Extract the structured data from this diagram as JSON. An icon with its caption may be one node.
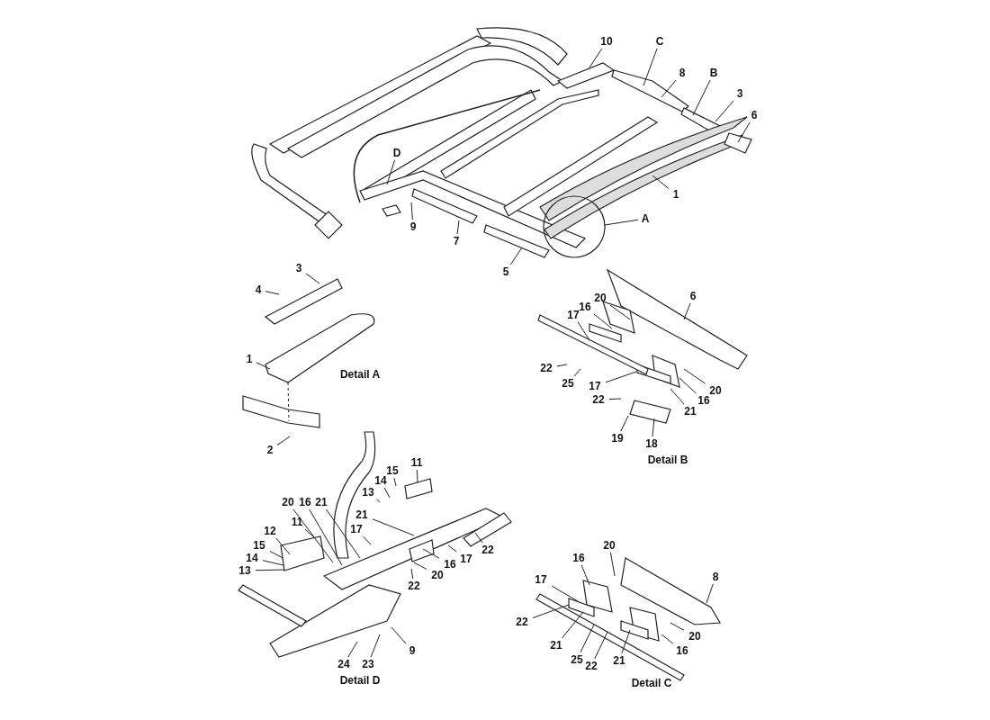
{
  "diagram": {
    "nodes": [
      {
        "text": [
          "10"
        ]
      },
      {
        "text": [
          "C"
        ]
      },
      {
        "text": [
          "8"
        ]
      },
      {
        "text": [
          "B"
        ]
      },
      {
        "text": [
          "3"
        ]
      },
      {
        "text": [
          "6"
        ]
      },
      {
        "text": [
          "1"
        ]
      },
      {
        "text": [
          "A"
        ]
      },
      {
        "text": [
          "D"
        ]
      },
      {
        "text": [
          "9"
        ]
      },
      {
        "text": [
          "7"
        ]
      },
      {
        "text": [
          "5"
        ]
      },
      {
        "text": [
          "3"
        ]
      },
      {
        "text": [
          "4"
        ]
      },
      {
        "text": [
          "1"
        ]
      },
      {
        "text": [
          "2"
        ]
      },
      {
        "text": [
          "20"
        ]
      },
      {
        "text": [
          "16"
        ]
      },
      {
        "text": [
          "17"
        ]
      },
      {
        "text": [
          "6"
        ]
      },
      {
        "text": [
          "22"
        ]
      },
      {
        "text": [
          "25"
        ]
      },
      {
        "text": [
          "17"
        ]
      },
      {
        "text": [
          "22"
        ]
      },
      {
        "text": [
          "20"
        ]
      },
      {
        "text": [
          "16"
        ]
      },
      {
        "text": [
          "21"
        ]
      },
      {
        "text": [
          "19"
        ]
      },
      {
        "text": [
          "18"
        ]
      },
      {
        "text": [
          "11"
        ]
      },
      {
        "text": [
          "15"
        ]
      },
      {
        "text": [
          "14"
        ]
      },
      {
        "text": [
          "13"
        ]
      },
      {
        "text": [
          "20"
        ]
      },
      {
        "text": [
          "16"
        ]
      },
      {
        "text": [
          "21"
        ]
      },
      {
        "text": [
          "21"
        ]
      },
      {
        "text": [
          "17"
        ]
      },
      {
        "text": [
          "12"
        ]
      },
      {
        "text": [
          "11"
        ]
      },
      {
        "text": [
          "15"
        ]
      },
      {
        "text": [
          "14"
        ]
      },
      {
        "text": [
          "13"
        ]
      },
      {
        "text": [
          "22"
        ]
      },
      {
        "text": [
          "17"
        ]
      },
      {
        "text": [
          "16"
        ]
      },
      {
        "text": [
          "20"
        ]
      },
      {
        "text": [
          "22"
        ]
      },
      {
        "text": [
          "9"
        ]
      },
      {
        "text": [
          "24"
        ]
      },
      {
        "text": [
          "23"
        ]
      },
      {
        "text": [
          "16"
        ]
      },
      {
        "text": [
          "20"
        ]
      },
      {
        "text": [
          "17"
        ]
      },
      {
        "text": [
          "8"
        ]
      },
      {
        "text": [
          "22"
        ]
      },
      {
        "text": [
          "21"
        ]
      },
      {
        "text": [
          "20"
        ]
      },
      {
        "text": [
          "16"
        ]
      },
      {
        "text": [
          "25"
        ]
      },
      {
        "text": [
          "22"
        ]
      },
      {
        "text": [
          "21"
        ]
      }
    ],
    "edges": [
      {
        "from": 0,
        "to": null,
        "arrow": "none"
      },
      {
        "from": 1,
        "to": null,
        "arrow": "none"
      },
      {
        "from": 2,
        "to": null,
        "arrow": "none"
      },
      {
        "from": 3,
        "to": null,
        "arrow": "none"
      },
      {
        "from": 4,
        "to": null,
        "arrow": "none"
      },
      {
        "from": 5,
        "to": null,
        "arrow": "none"
      },
      {
        "from": 6,
        "to": null,
        "arrow": "none"
      },
      {
        "from": 7,
        "to": null,
        "arrow": "none"
      },
      {
        "from": 8,
        "to": null,
        "arrow": "none"
      },
      {
        "from": 9,
        "to": null,
        "arrow": "none"
      },
      {
        "from": 10,
        "to": null,
        "arrow": "none"
      },
      {
        "from": 11,
        "to": null,
        "arrow": "none"
      },
      {
        "from": 12,
        "to": null,
        "arrow": "none"
      },
      {
        "from": 13,
        "to": null,
        "arrow": "none"
      },
      {
        "from": 14,
        "to": null,
        "arrow": "none"
      },
      {
        "from": 15,
        "to": null,
        "arrow": "none"
      },
      {
        "from": 16,
        "to": null,
        "arrow": "none"
      },
      {
        "from": 17,
        "to": null,
        "arrow": "none"
      },
      {
        "from": 18,
        "to": null,
        "arrow": "none"
      },
      {
        "from": 19,
        "to": null,
        "arrow": "none"
      },
      {
        "from": 20,
        "to": null,
        "arrow": "none"
      },
      {
        "from": 21,
        "to": null,
        "arrow": "none"
      },
      {
        "from": 22,
        "to": null,
        "arrow": "none"
      },
      {
        "from": 23,
        "to": null,
        "arrow": "none"
      },
      {
        "from": 24,
        "to": null,
        "arrow": "none"
      },
      {
        "from": 25,
        "to": null,
        "arrow": "none"
      },
      {
        "from": 26,
        "to": null,
        "arrow": "none"
      },
      {
        "from": 27,
        "to": null,
        "arrow": "none"
      },
      {
        "from": 28,
        "to": null,
        "arrow": "none"
      },
      {
        "from": 29,
        "to": null,
        "arrow": "none"
      },
      {
        "from": 30,
        "to": null,
        "arrow": "none"
      },
      {
        "from": 31,
        "to": null,
        "arrow": "none"
      },
      {
        "from": 32,
        "to": null,
        "arrow": "none"
      },
      {
        "from": 33,
        "to": null,
        "arrow": "none"
      },
      {
        "from": 34,
        "to": null,
        "arrow": "none"
      },
      {
        "from": 35,
        "to": null,
        "arrow": "none"
      },
      {
        "from": 36,
        "to": null,
        "arrow": "none"
      },
      {
        "from": 37,
        "to": null,
        "arrow": "none"
      },
      {
        "from": 38,
        "to": null,
        "arrow": "none"
      },
      {
        "from": 39,
        "to": null,
        "arrow": "none"
      },
      {
        "from": 40,
        "to": null,
        "arrow": "none"
      },
      {
        "from": 41,
        "to": null,
        "arrow": "none"
      },
      {
        "from": 42,
        "to": null,
        "arrow": "none"
      },
      {
        "from": 43,
        "to": null,
        "arrow": "none"
      },
      {
        "from": 44,
        "to": null,
        "arrow": "none"
      },
      {
        "from": 45,
        "to": null,
        "arrow": "none"
      },
      {
        "from": 46,
        "to": null,
        "arrow": "none"
      },
      {
        "from": 47,
        "to": null,
        "arrow": "none"
      },
      {
        "from": 48,
        "to": null,
        "arrow": "none"
      },
      {
        "from": 49,
        "to": null,
        "arrow": "none"
      },
      {
        "from": 50,
        "to": null,
        "arrow": "none"
      },
      {
        "from": 51,
        "to": null,
        "arrow": "none"
      },
      {
        "from": 52,
        "to": null,
        "arrow": "none"
      },
      {
        "from": 53,
        "to": null,
        "arrow": "none"
      },
      {
        "from": 54,
        "to": null,
        "arrow": "none"
      },
      {
        "from": 55,
        "to": null,
        "arrow": "none"
      },
      {
        "from": 56,
        "to": null,
        "arrow": "none"
      },
      {
        "from": 57,
        "to": null,
        "arrow": "none"
      },
      {
        "from": 58,
        "to": null,
        "arrow": "none"
      },
      {
        "from": 59,
        "to": null,
        "arrow": "none"
      },
      {
        "from": 60,
        "to": null,
        "arrow": "none"
      },
      {
        "from": 61,
        "to": null,
        "arrow": "none"
      }
    ],
    "labels": [
      "Detail A",
      "Detail B",
      "Detail D",
      "Detail C"
    ]
  }
}
